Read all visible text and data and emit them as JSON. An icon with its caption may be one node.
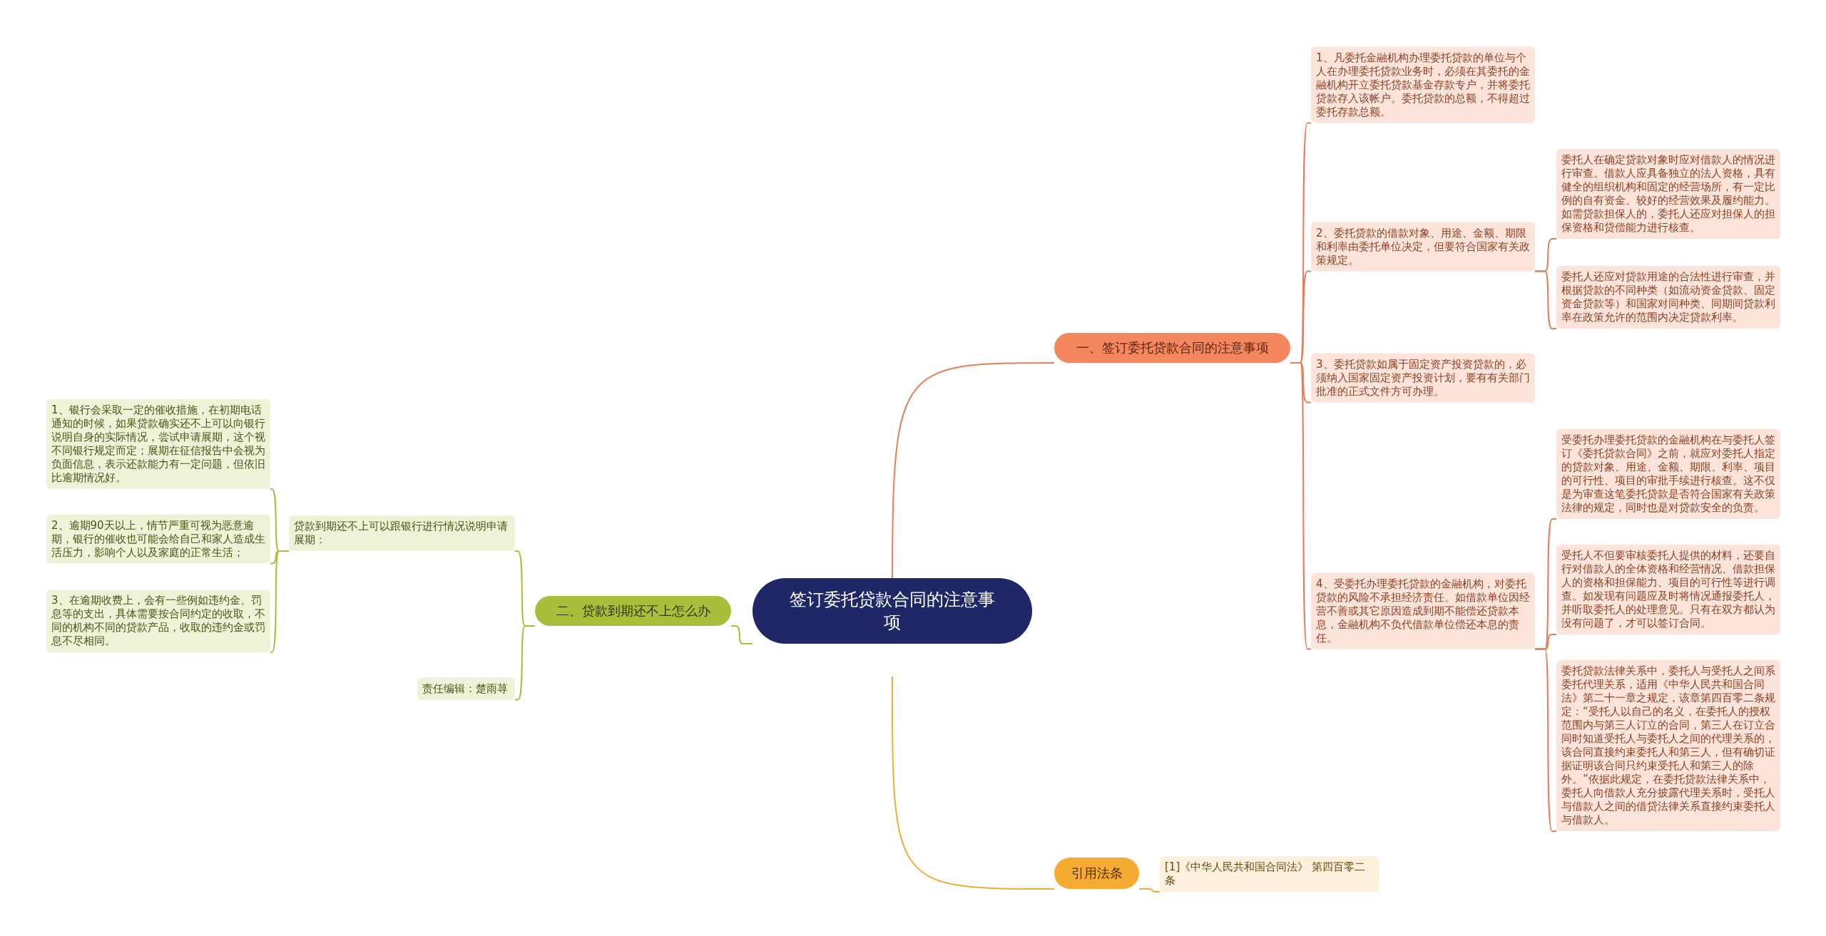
{
  "diagram": {
    "nodes": [
      {
        "text": [
          "签订委托贷款合同的注意事项"
        ]
      },
      {
        "text": [
          "一、签订委托贷款合同的注意事项"
        ]
      },
      {
        "text": [
          "1、凡委托金融机构办理委托贷款的单位与个人在办理委托贷款业务时，必须在其委托的金融机构开立委托贷款基金存款专户，并将委托贷款存入该帐户。委托贷款的总额，不得超过委托存款总额。"
        ]
      },
      {
        "text": [
          "2、委托贷款的借款对象、用途、金额、期限和利率由委托单位决定，但要符合国家有关政策规定。"
        ]
      },
      {
        "text": [
          "委托人在确定贷款对象时应对借款人的情况进行审查。借款人应具备独立的法人资格，具有健全的组织机构和固定的经营场所，有一定比例的自有资金、较好的经营效果及履约能力。如需贷款担保人的，委托人还应对担保人的担保资格和贷偿能力进行核查。"
        ]
      },
      {
        "text": [
          "委托人还应对贷款用途的合法性进行审查，并根据贷款的不同种类（如流动资金贷款、固定资金贷款等）和国家对同种类、同期间贷款利率在政策允许的范围内决定贷款利率。"
        ]
      },
      {
        "text": [
          "3、委托贷款如属于固定资产投资贷款的，必须纳入国家固定资产投资计划，要有有关部门批准的正式文件方可办理。"
        ]
      },
      {
        "text": [
          "4、受委托办理委托贷款的金融机构，对委托贷款的风险不承担经济责任。如借款单位因经营不善或其它原因造成到期不能偿还贷款本息，金融机构不负代借款单位偿还本息的责任。"
        ]
      },
      {
        "text": [
          "受委托办理委托贷款的金融机构在与委托人签订《委托贷款合同》之前，就应对委托人指定的贷款对象、用途、金额、期限、利率、项目的可行性、项目的审批手续进行核查。这不仅是为审查这笔委托贷款是否符合国家有关政策法律的规定，同时也是对贷款安全的负责。"
        ]
      },
      {
        "text": [
          "受托人不但要审核委托人提供的材料，还要自行对借款人的全体资格和经营情况、借款担保人的资格和担保能力、项目的可行性等进行调查。如发现有问题应及时将情况通报委托人，并听取委托人的处理意见。只有在双方都认为没有问题了，才可以签订合同。"
        ]
      },
      {
        "text": [
          "委托贷款法律关系中，委托人与受托人之间系委托代理关系，适用《中华人民共和国合同法》第二十一章之规定，该章第四百零二条规定：“受托人以自己的名义，在委托人的授权范围内与第三人订立的合同，第三人在订立合同时知道受托人与委托人之间的代理关系的，该合同直接约束委托人和第三人，但有确切证据证明该合同只约束受托人和第三人的除外。”依据此规定，在委托贷款法律关系中，委托人向借款人充分披露代理关系时，受托人与借款人之间的借贷法律关系直接约束委托人与借款人。"
        ]
      },
      {
        "text": [
          "二、贷款到期还不上怎么办"
        ]
      },
      {
        "text": [
          "贷款到期还不上可以跟银行进行情况说明申请展期："
        ]
      },
      {
        "text": [
          "1、银行会采取一定的催收措施，在初期电话通知的时候，如果贷款确实还不上可以向银行说明自身的实际情况，尝试申请展期，这个视不同银行规定而定；展期在征信报告中会视为负面信息，表示还款能力有一定问题，但依旧比逾期情况好。"
        ]
      },
      {
        "text": [
          "2、逾期90天以上，情节严重可视为恶意逾期，银行的催收也可能会给自己和家人造成生活压力，影响个人以及家庭的正常生活；"
        ]
      },
      {
        "text": [
          "3、在逾期收费上，会有一些例如违约金、罚息等的支出，具体需要按合同约定的收取，不同的机构不同的贷款产品，收取的违约金或罚息不尽相同。"
        ]
      },
      {
        "text": [
          "责任编辑：楚雨荨"
        ]
      },
      {
        "text": [
          "引用法条"
        ]
      },
      {
        "text": [
          "[1]《中华人民共和国合同法》 第四百零二条"
        ]
      }
    ],
    "edges": [
      {
        "from": 0,
        "to": 1,
        "arrow": "none"
      },
      {
        "from": 1,
        "to": 2,
        "arrow": "none"
      },
      {
        "from": 1,
        "to": 3,
        "arrow": "none"
      },
      {
        "from": 3,
        "to": 4,
        "arrow": "none"
      },
      {
        "from": 3,
        "to": 5,
        "arrow": "none"
      },
      {
        "from": 1,
        "to": 6,
        "arrow": "none"
      },
      {
        "from": 1,
        "to": 7,
        "arrow": "none"
      },
      {
        "from": 7,
        "to": 8,
        "arrow": "none"
      },
      {
        "from": 7,
        "to": 9,
        "arrow": "none"
      },
      {
        "from": 7,
        "to": 10,
        "arrow": "none"
      },
      {
        "from": 0,
        "to": 11,
        "arrow": "none",
        "color": "#a9bf3c"
      },
      {
        "from": 11,
        "to": 12,
        "arrow": "none",
        "color": "#a9bf3c"
      },
      {
        "from": 12,
        "to": 13,
        "arrow": "none",
        "color": "#a9bf3c"
      },
      {
        "from": 12,
        "to": 14,
        "arrow": "none",
        "color": "#a9bf3c"
      },
      {
        "from": 12,
        "to": 15,
        "arrow": "none",
        "color": "#a9bf3c"
      },
      {
        "from": 11,
        "to": 16,
        "arrow": "none",
        "color": "#a9bf3c"
      },
      {
        "from": 0,
        "to": 17,
        "arrow": "none",
        "color": "#eeab3a"
      },
      {
        "from": 17,
        "to": 18,
        "arrow": "none",
        "color": "#eeab3a"
      }
    ]
  }
}
